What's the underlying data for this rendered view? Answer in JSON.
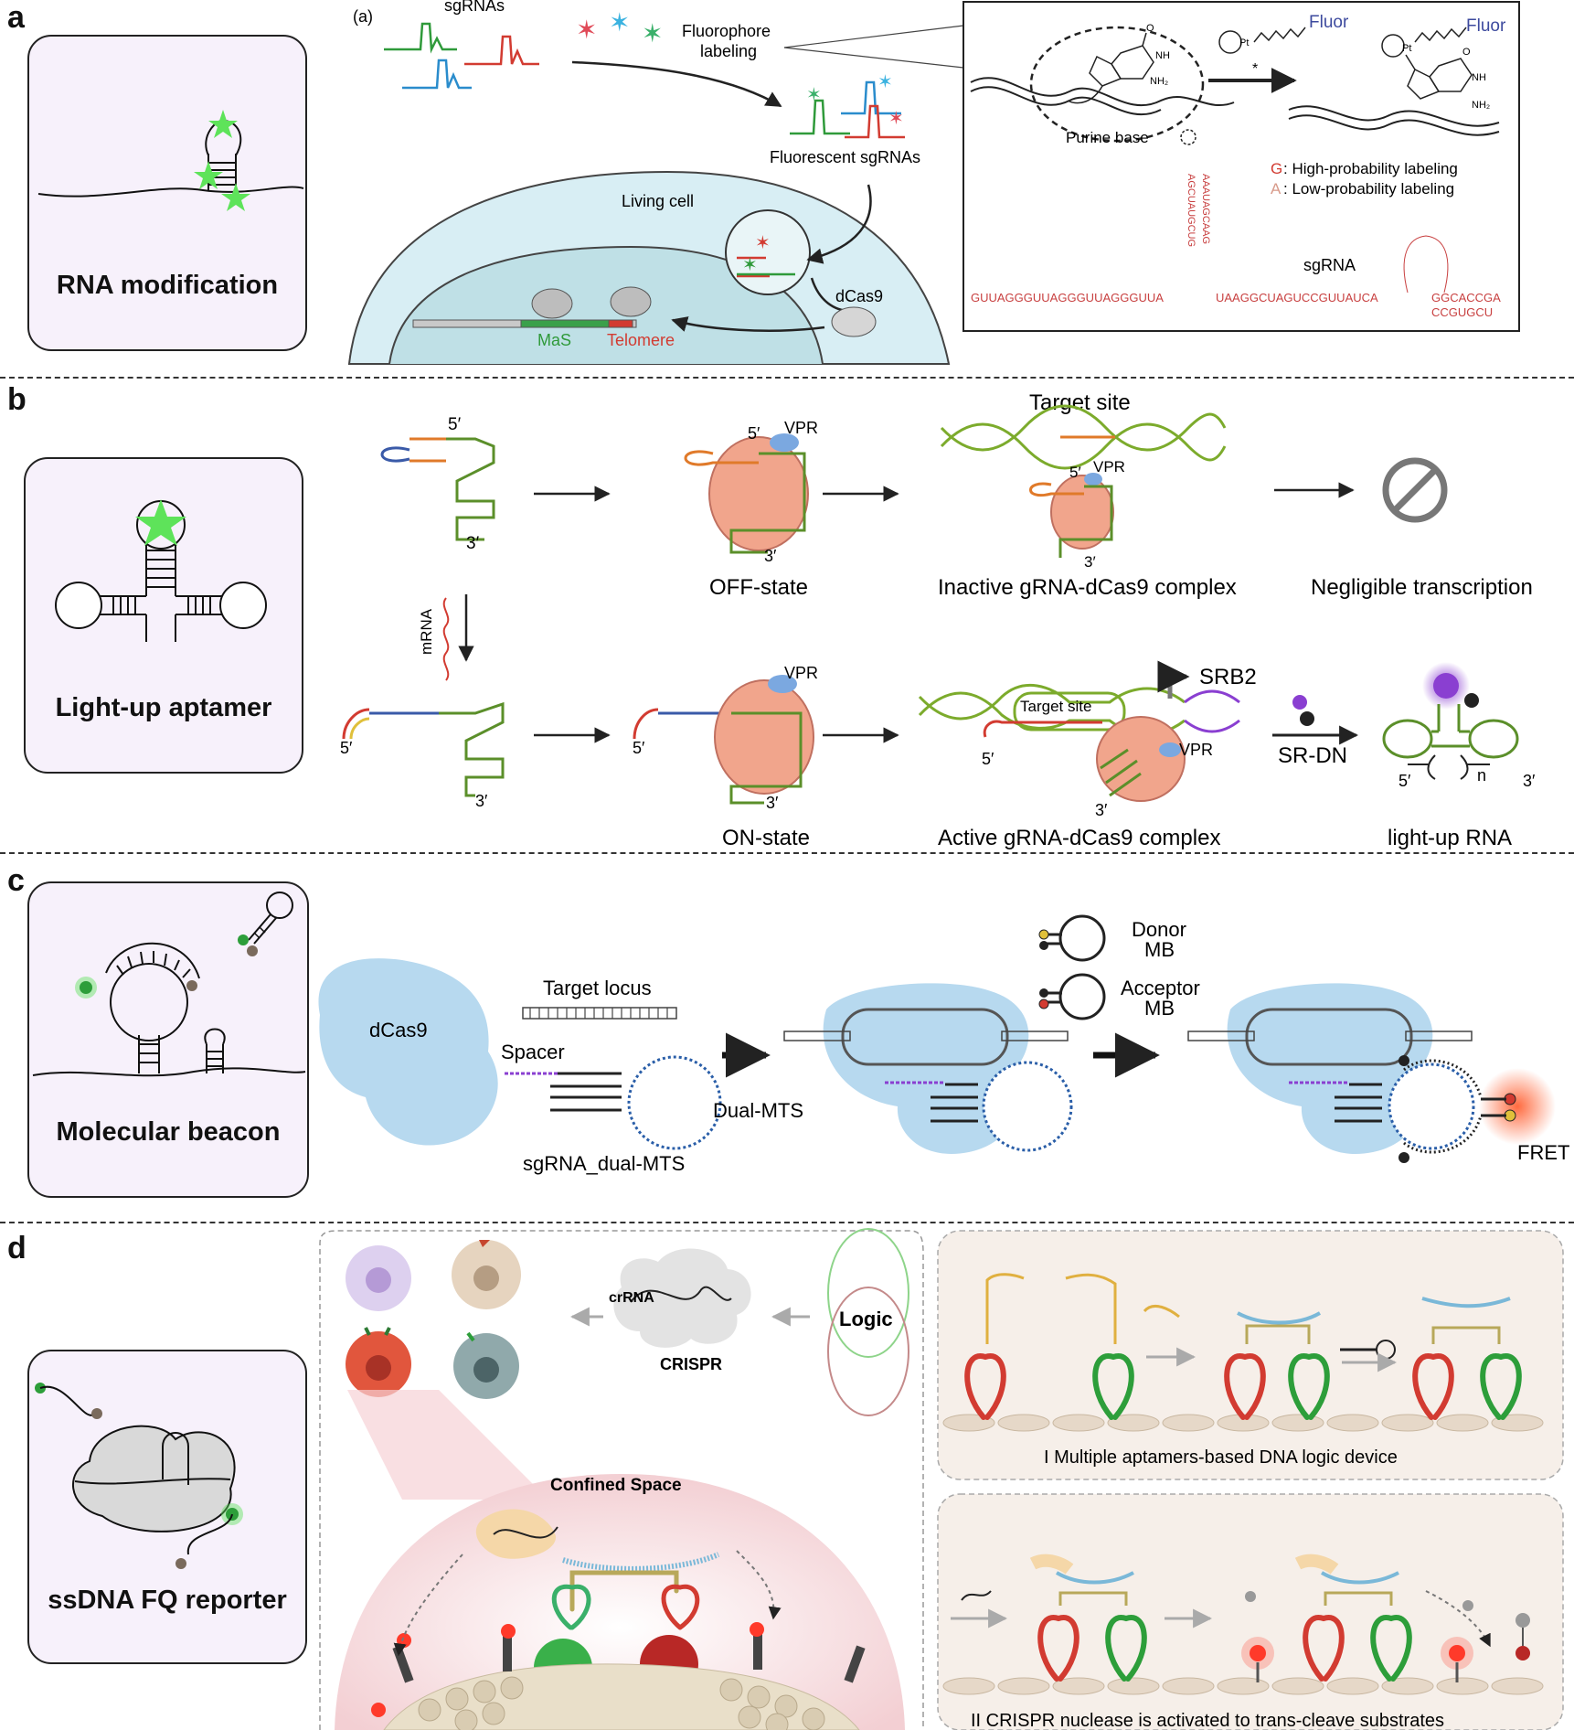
{
  "panels": {
    "a": {
      "letter": "a",
      "side_label": "RNA modification",
      "sub_label": "(a)",
      "sgrnas": "sgRNAs",
      "fluorophore_1": "Fluorophore",
      "fluorophore_2": "labeling",
      "fluorescent_sgrnas": "Fluorescent sgRNAs",
      "living_cell": "Living cell",
      "dcas9": "dCas9",
      "mas": "MaS",
      "telomere": "Telomere",
      "purine_base": "Purine base",
      "fluor_1": "Fluor",
      "fluor_2": "Fluor",
      "g_note_letter": "G",
      "g_note": ": High-probability labeling",
      "a_note_letter": "A",
      "a_note": ": Low-probability labeling",
      "sgrna": "sgRNA",
      "seq_left": "GUUAGGGUUAGGGUUAGGGUUA",
      "seq_mid": "UAAGGCUAGUCCGUUAUCA",
      "seq_right": "GGCACCGA",
      "seq_bottom": "CCGUGCU"
    },
    "b": {
      "letter": "b",
      "side_label": "Light-up aptamer",
      "target_site": "Target site",
      "off_state": "OFF-state",
      "inactive_complex": "Inactive gRNA-dCas9 complex",
      "negligible": "Negligible transcription",
      "mrna": "mRNA",
      "on_state": "ON-state",
      "active_complex": "Active gRNA-dCas9 complex",
      "light_up_rna": "light-up RNA",
      "target_site_inner": "Target site",
      "srb2": "SRB2",
      "sr_dn": "SR-DN",
      "vpr": "VPR",
      "five_prime": "5′",
      "three_prime": "3′",
      "n": "n"
    },
    "c": {
      "letter": "c",
      "side_label": "Molecular beacon",
      "dcas9": "dCas9",
      "target_locus": "Target locus",
      "spacer": "Spacer",
      "sgrna_dual": "sgRNA_dual-MTS",
      "dual_mts": "Dual-MTS",
      "donor_1": "Donor",
      "donor_2": "MB",
      "acceptor_1": "Acceptor",
      "acceptor_2": "MB",
      "fret": "FRET"
    },
    "d": {
      "letter": "d",
      "side_label": "ssDNA FQ reporter",
      "crrna": "crRNA",
      "crispr": "CRISPR",
      "logic": "Logic",
      "confined_space": "Confined Space",
      "device_1": "I  Multiple aptamers-based DNA logic device",
      "device_2": "II  CRISPR nuclease is activated to trans-cleave substrates"
    }
  },
  "colors": {
    "green_star": "#5ee35a",
    "side_bg": "#f7f1fb",
    "cell_blue": "#cfe8f2",
    "cas9_pink": "#f1a58c",
    "stem_green": "#7cab2c",
    "dcas9_blue": "#b7d9ef",
    "red": "#d7322c",
    "purple": "#8a3fd1"
  }
}
